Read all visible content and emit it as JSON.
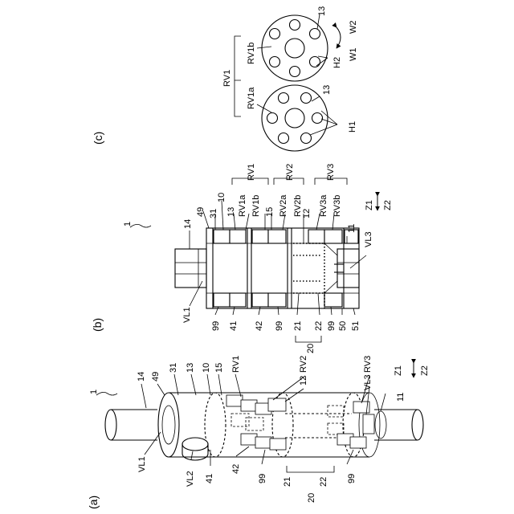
{
  "panels": {
    "a": "(a)",
    "b": "(b)",
    "c": "(c)"
  },
  "refs": {
    "r1": "1",
    "r10": "10",
    "r11": "11",
    "r12": "12",
    "r13": "13",
    "r14": "14",
    "r15": "15",
    "r20": "20",
    "r21": "21",
    "r22": "22",
    "r31": "31",
    "r41": "41",
    "r42": "42",
    "r49": "49",
    "r50": "50",
    "r51": "51",
    "r99": "99",
    "rv1": "RV1",
    "rv2": "RV2",
    "rv3": "RV3",
    "rv1a": "RV1a",
    "rv1b": "RV1b",
    "rv2a": "RV2a",
    "rv2b": "RV2b",
    "rv3a": "RV3a",
    "rv3b": "RV3b",
    "vl1": "VL1",
    "vl2": "VL2",
    "vl3": "VL3",
    "z1": "Z1",
    "z2": "Z2",
    "h1": "H1",
    "h2": "H2",
    "w1": "W1",
    "w2": "W2"
  }
}
